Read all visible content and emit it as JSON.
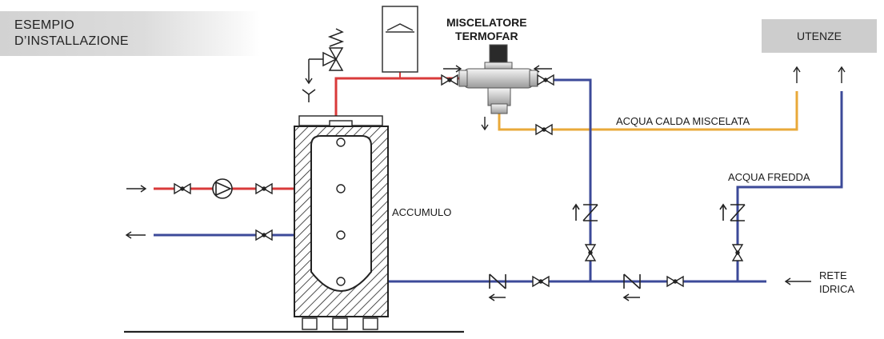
{
  "title": {
    "line1": "ESEMPIO",
    "line2": "D’INSTALLAZIONE"
  },
  "mixer": {
    "line1": "MISCELATORE",
    "line2": "TERMOFAR"
  },
  "utenze": "UTENZE",
  "labels": {
    "hot_mixed": "ACQUA CALDA MISCELATA",
    "cold": "ACQUA FREDDA",
    "storage": "ACCUMULO",
    "mains_line1": "RETE",
    "mains_line2": "IDRICA"
  },
  "colors": {
    "hot": "#d93a3a",
    "cold": "#3c4a99",
    "mixed": "#e9a93a",
    "utenze_box": "#cdcdcd",
    "title_box": "#d2d2d2"
  }
}
